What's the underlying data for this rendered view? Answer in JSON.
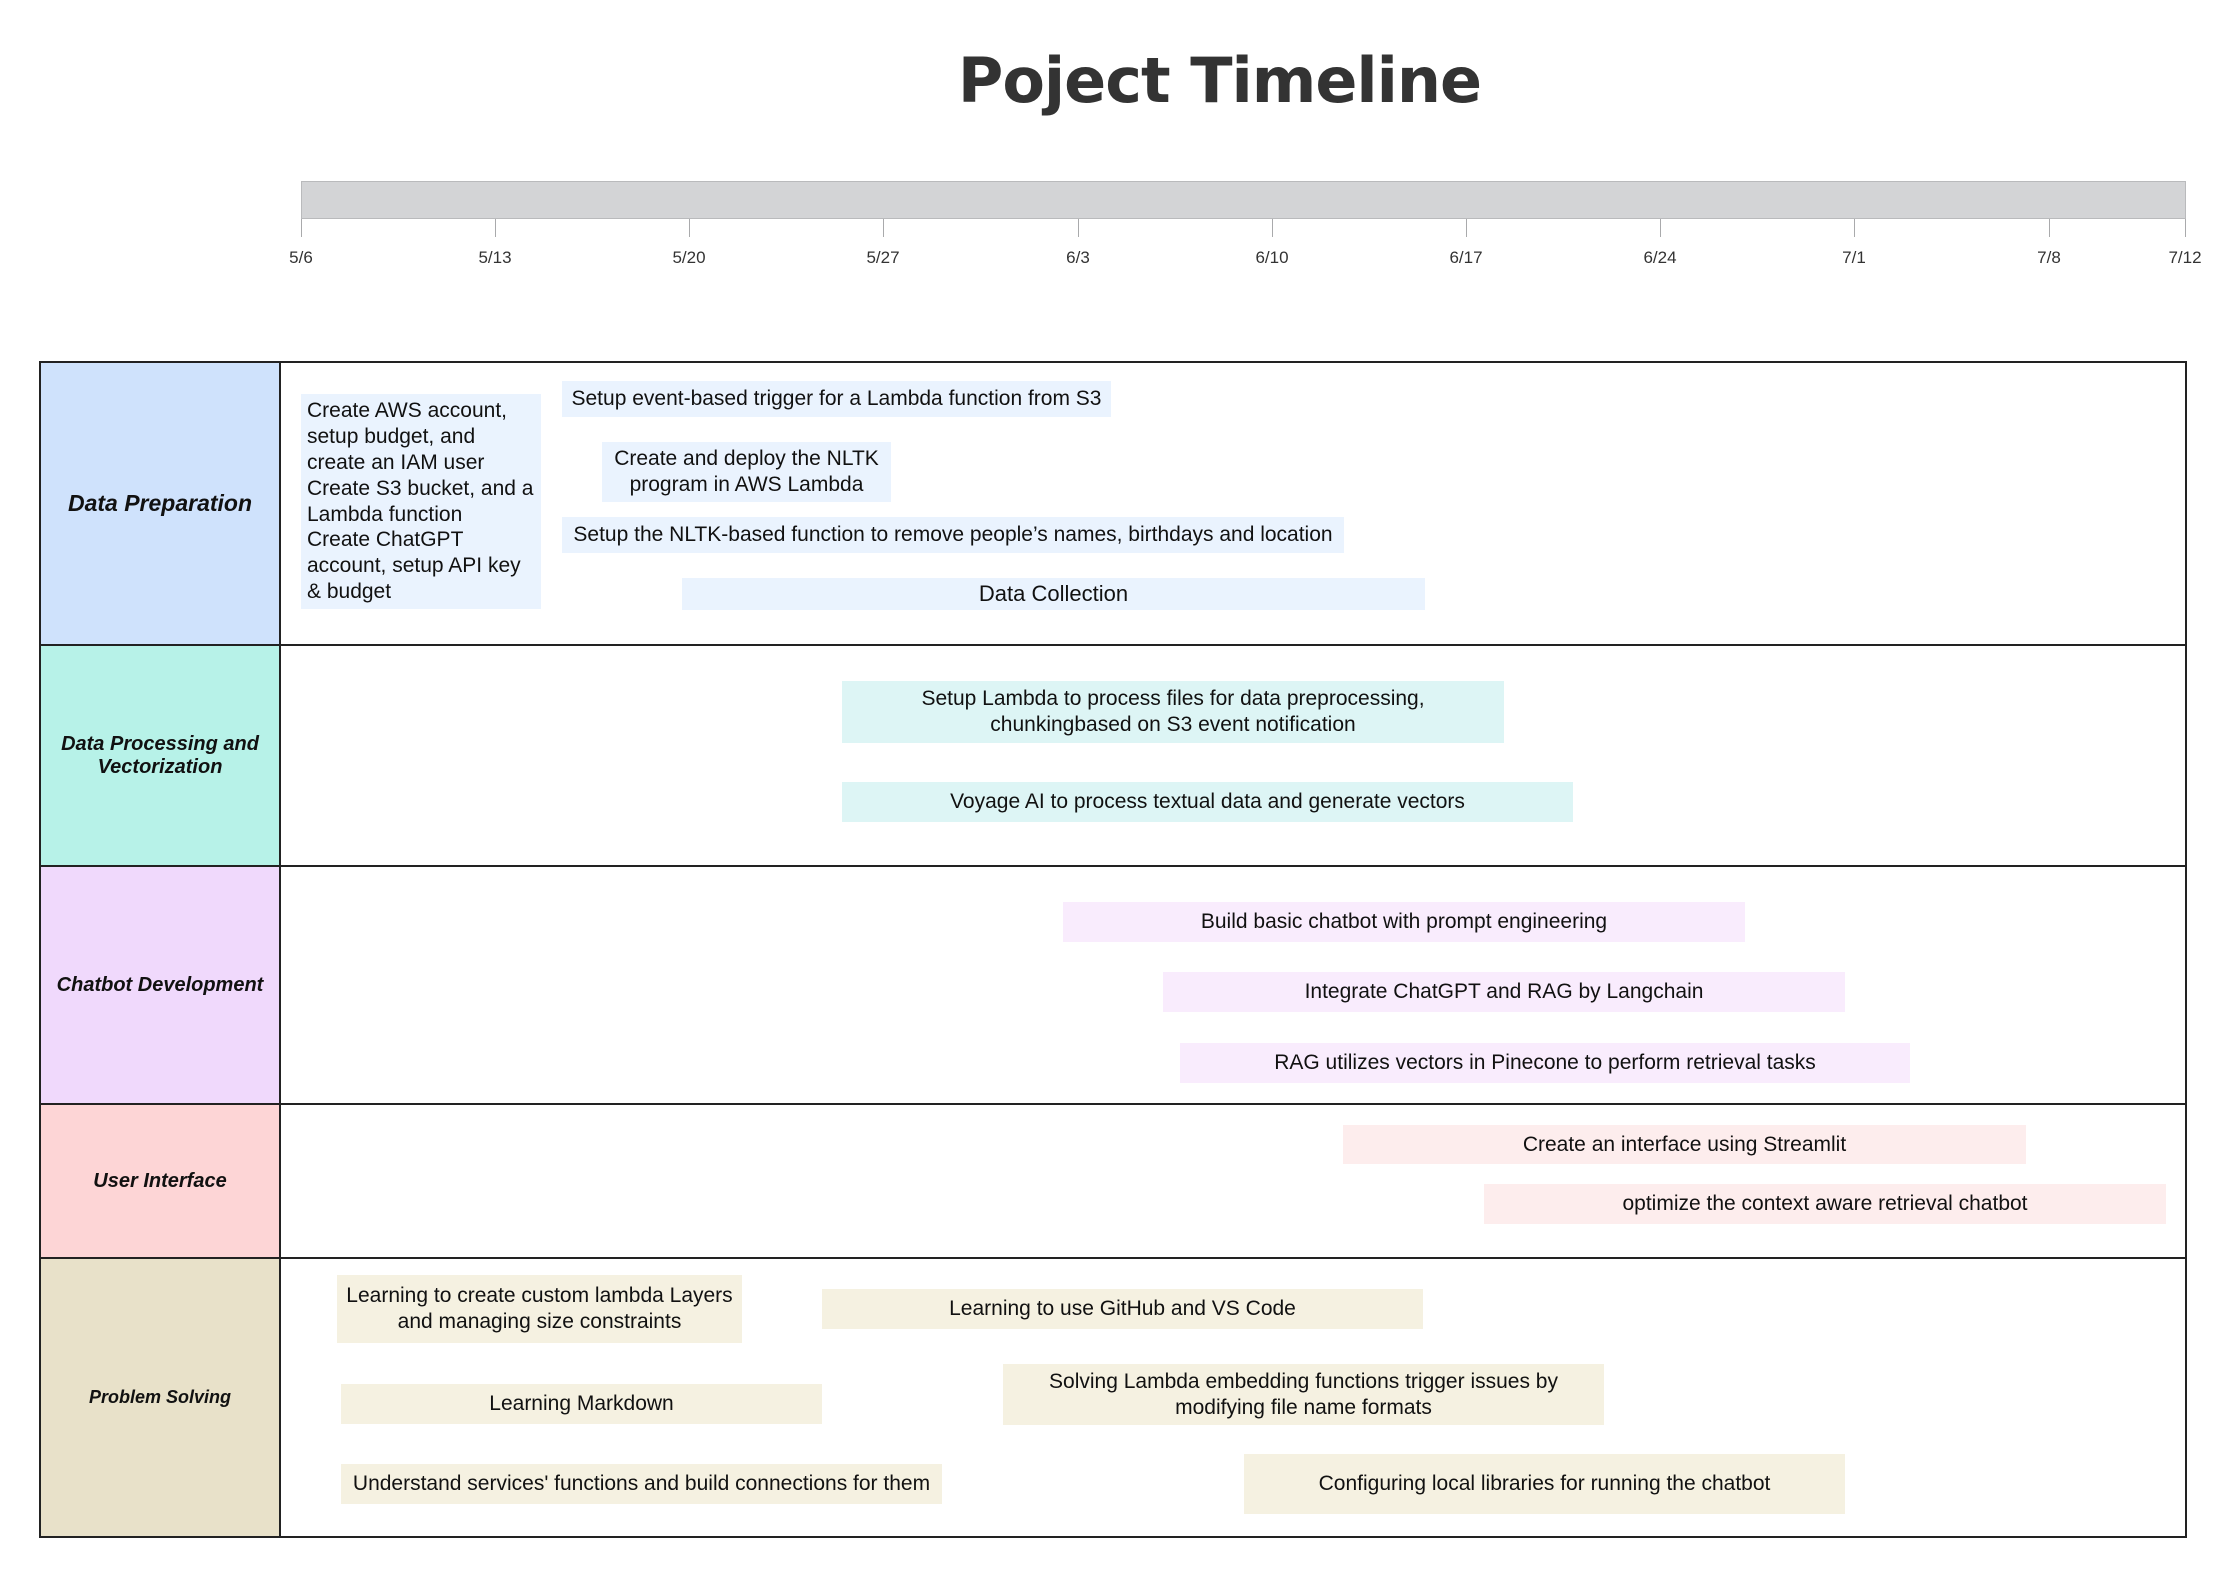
{
  "title": "Poject Timeline",
  "axis": {
    "ticks": [
      "5/6",
      "5/13",
      "5/20",
      "5/27",
      "6/3",
      "6/10",
      "6/17",
      "6/24",
      "7/1",
      "7/8",
      "7/12"
    ]
  },
  "colors": {
    "data_preparation": "#cfe2fc",
    "data_processing": "#b7f2e8",
    "chatbot_development": "#f0d9fc",
    "user_interface": "#fdd5d6",
    "problem_solving": "#e8e1c9",
    "task_data_preparation": "#eaf3fe",
    "task_data_processing": "#ddf5f5",
    "task_chatbot_development": "#f9ecfd",
    "task_user_interface": "#fdeded",
    "task_problem_solving": "#f5f1e1"
  },
  "lanes": [
    {
      "label": "Data Preparation",
      "tasks": [
        "Create AWS account,\nsetup budget, and\ncreate an IAM user\nCreate S3 bucket, and a\nLambda function\nCreate ChatGPT\naccount, setup API key\n& budget",
        "Setup event-based trigger for a Lambda function from S3",
        "Create and deploy the NLTK\nprogram in AWS Lambda",
        "Setup the NLTK-based function to remove people’s names, birthdays and location",
        "Data Collection"
      ]
    },
    {
      "label": "Data Processing and Vectorization",
      "tasks": [
        "Setup Lambda to process files for data preprocessing,\nchunkingbased on S3 event notification",
        "Voyage AI to process textual data and generate vectors"
      ]
    },
    {
      "label": "Chatbot Development",
      "tasks": [
        "Build basic chatbot with prompt engineering",
        "Integrate ChatGPT and RAG by Langchain",
        "RAG utilizes vectors in Pinecone to perform retrieval tasks"
      ]
    },
    {
      "label": "User Interface",
      "tasks": [
        "Create an interface using Streamlit",
        "optimize the context aware retrieval chatbot"
      ]
    },
    {
      "label": "Problem Solving",
      "tasks": [
        "Learning to create custom lambda Layers\nand managing size constraints",
        "Learning to use GitHub and VS Code",
        "Learning Markdown",
        "Solving Lambda embedding functions trigger issues by\nmodifying file name formats",
        "Understand services' functions and build connections for them",
        "Configuring local libraries for running the chatbot"
      ]
    }
  ]
}
